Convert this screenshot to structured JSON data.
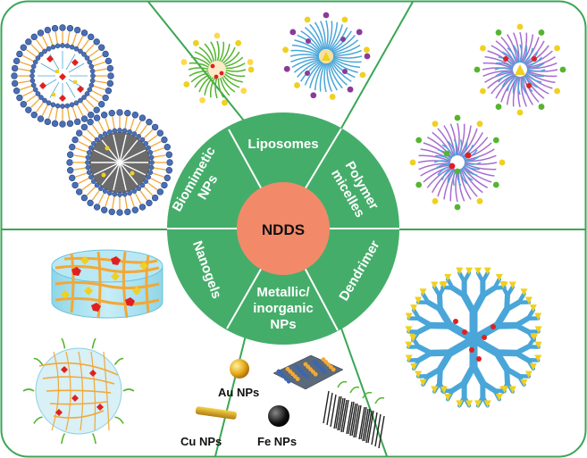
{
  "center": {
    "label": "NDDS"
  },
  "segments": {
    "liposomes": "Liposomes",
    "polymer_micelles": [
      "Polymer",
      "micelles"
    ],
    "dendrimer": "Dendrimer",
    "metallic": [
      "Metallic/",
      "inorganic",
      "NPs"
    ],
    "nanogels": "Nanogels",
    "biomimetic": [
      "Biomimetic",
      "NPs"
    ]
  },
  "nanoparticles": {
    "au": "Au NPs",
    "cu": "Cu NPs",
    "fe": "Fe NPs"
  },
  "colors": {
    "frame": "#3aa655",
    "ring": "#45ad6a",
    "core": "#f28a6a",
    "blue": "#4aa6d8",
    "orange": "#f2a838",
    "red": "#e02020",
    "yellow": "#f0d020",
    "green": "#55b52f",
    "purple": "#8a3a9a"
  }
}
